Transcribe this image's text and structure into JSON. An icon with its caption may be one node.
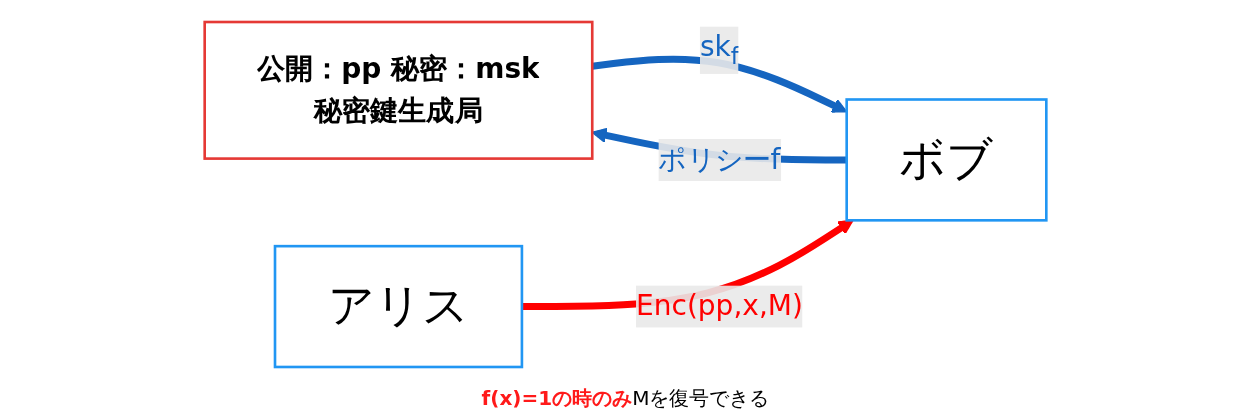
{
  "diagram": {
    "nodes": [
      {
        "text": [
          "公開：pp 秘密：msk",
          "秘密鍵生成局"
        ]
      },
      {
        "text": [
          "アリス"
        ]
      },
      {
        "text": [
          "ボブ"
        ]
      }
    ],
    "edges": [
      {
        "from": 2,
        "to": 0,
        "arrow": "to",
        "label": "ポリシーf"
      },
      {
        "from": 0,
        "to": 2,
        "arrow": "to",
        "label": "sk$_{f}$"
      },
      {
        "from": 1,
        "to": 2,
        "arrow": "to",
        "label": "Enc(pp,x,M)",
        "color": "#ff0000"
      }
    ],
    "labels": [
      "**f(x)=1の時のみ**Mを復号できる"
    ]
  }
}
